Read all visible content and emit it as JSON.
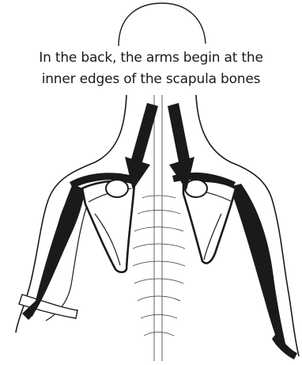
{
  "caption": {
    "line1": "In the back, the arms begin at the",
    "line2": "inner edges of the scapula bones"
  },
  "illustration": {
    "subject": "back-view-shoulders-and-scapulae",
    "arrow_count": 2,
    "colors": {
      "ink": "#1a1a1a",
      "background": "#ffffff"
    }
  }
}
